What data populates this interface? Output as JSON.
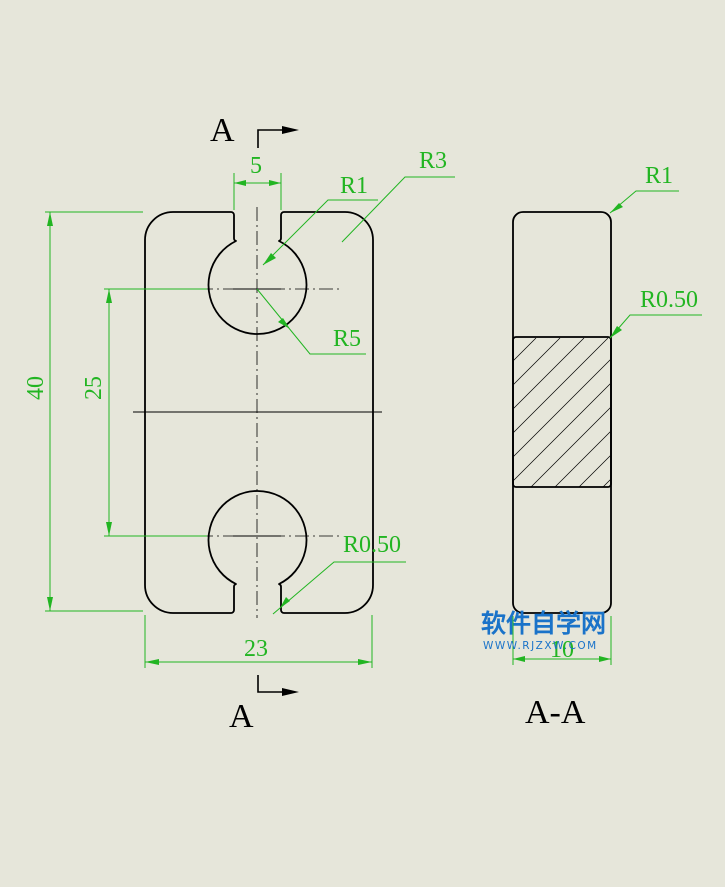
{
  "section_marks": {
    "top": "A",
    "bottom": "A",
    "view_title": "A-A"
  },
  "dimensions": {
    "slot_width": "5",
    "overall_height": "40",
    "hole_spacing": "25",
    "overall_width": "23",
    "thickness": "10"
  },
  "radius_labels": {
    "front_r3": "R3",
    "front_r1": "R1",
    "front_r5": "R5",
    "front_r050": "R0.50",
    "section_r1": "R1",
    "section_r050": "R0.50"
  },
  "watermark": {
    "title": "软件自学网",
    "url": "WWW.RJZXW.COM"
  },
  "colors": {
    "dimension": "#22b522",
    "outline": "#000000",
    "background": "#e6e6da",
    "watermark": "#1a73c9"
  }
}
